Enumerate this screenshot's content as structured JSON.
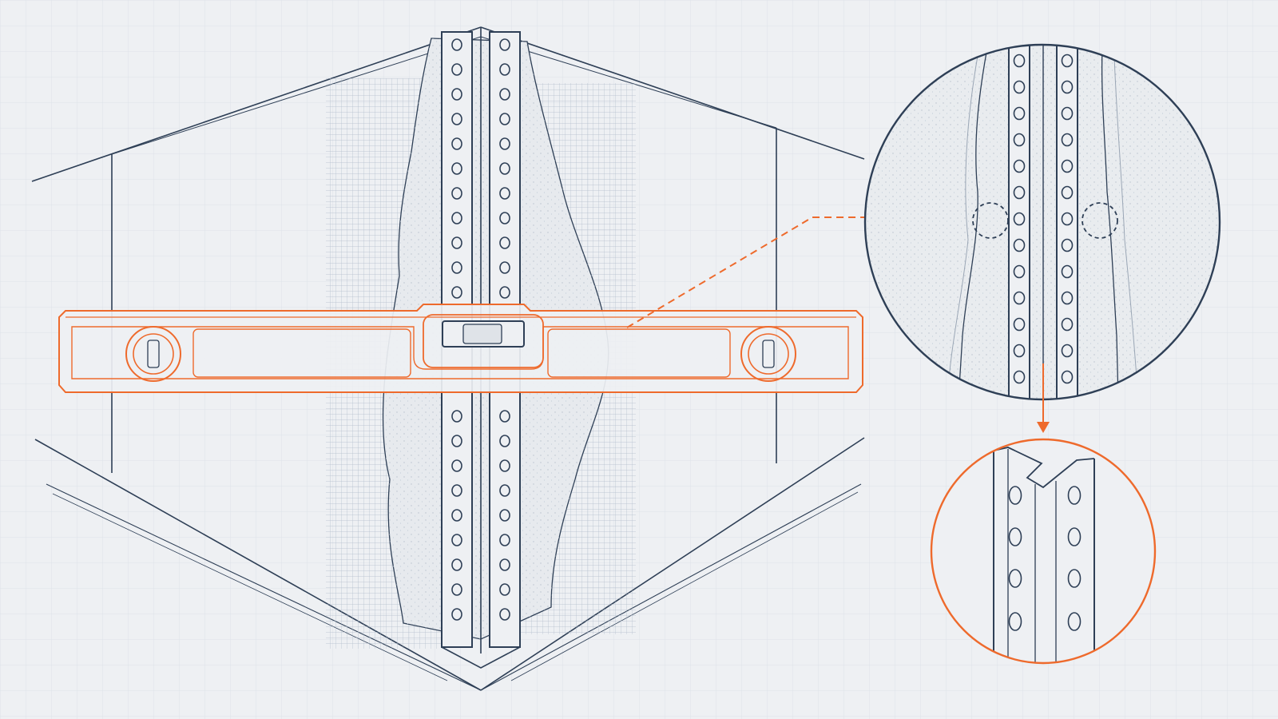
{
  "colors": {
    "background": "#eef0f3",
    "grid": "#dde2e8",
    "ink": "#2e3f56",
    "accent": "#ee6a2c",
    "plaster": "#e6e9ed",
    "mesh": "#aab6c6"
  },
  "diagram": {
    "main_view": "wall-corner-with-corner-bead",
    "tool": "spirit-level",
    "detail_1": "magnified-corner-bead",
    "detail_2": "corner-bead-profile"
  }
}
